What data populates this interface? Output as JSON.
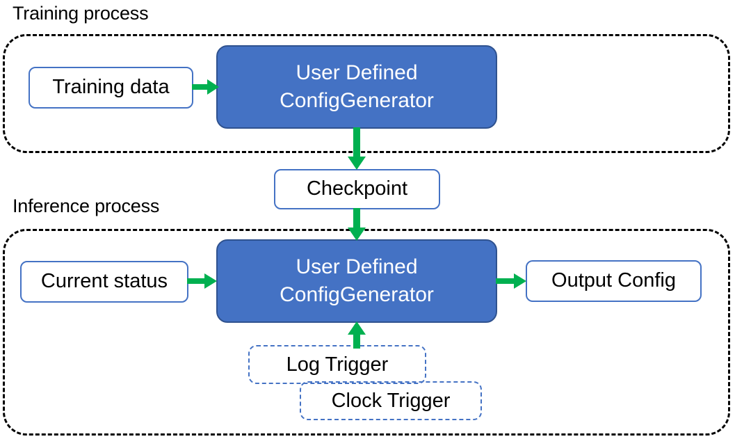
{
  "diagram": {
    "title_training": "Training process",
    "title_inference": "Inference process",
    "colors": {
      "box_fill_blue": "#4472C4",
      "box_border_blue": "#4472C4",
      "box_border_blue_dark": "#2F528F",
      "arrow_green": "#00B050",
      "container_dashed": "#000000",
      "text_dark": "#000000",
      "text_light": "#FFFFFF",
      "background": "#FFFFFF"
    }
  },
  "training_process": {
    "label": "Training process",
    "nodes": {
      "training_data": "Training data",
      "generator_line1": "User Defined",
      "generator_line2": "ConfigGenerator"
    }
  },
  "checkpoint": {
    "label": "Checkpoint"
  },
  "inference_process": {
    "label": "Inference process",
    "nodes": {
      "current_status": "Current status",
      "generator_line1": "User Defined",
      "generator_line2": "ConfigGenerator",
      "output_config": "Output Config",
      "log_trigger": "Log Trigger",
      "clock_trigger": "Clock Trigger"
    }
  },
  "arrows": [
    {
      "name": "training-data-to-generator",
      "from": "Training data",
      "to": "User Defined ConfigGenerator",
      "direction": "right"
    },
    {
      "name": "generator-to-checkpoint",
      "from": "User Defined ConfigGenerator",
      "to": "Checkpoint",
      "direction": "down"
    },
    {
      "name": "checkpoint-to-generator",
      "from": "Checkpoint",
      "to": "User Defined ConfigGenerator",
      "direction": "down"
    },
    {
      "name": "current-status-to-generator",
      "from": "Current status",
      "to": "User Defined ConfigGenerator",
      "direction": "right"
    },
    {
      "name": "generator-to-output-config",
      "from": "User Defined ConfigGenerator",
      "to": "Output Config",
      "direction": "right"
    },
    {
      "name": "triggers-to-generator",
      "from": "Log Trigger / Clock Trigger",
      "to": "User Defined ConfigGenerator",
      "direction": "up"
    }
  ]
}
